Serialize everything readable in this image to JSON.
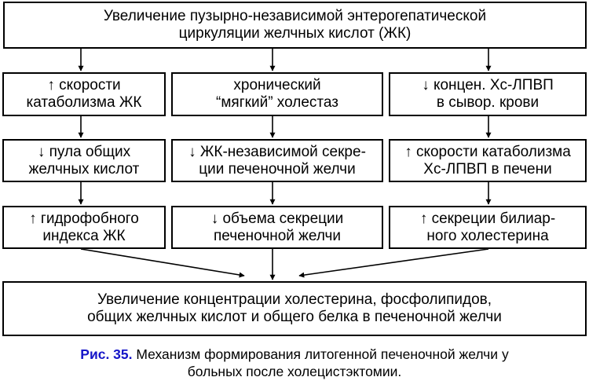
{
  "diagram": {
    "top_box": [
      "Увеличение пузырно-независимой энтерогепатической",
      "циркуляции желчных кислот (ЖК)"
    ],
    "columns": [
      {
        "boxes": [
          [
            "↑ скорости",
            "катаболизма ЖК"
          ],
          [
            "↓ пула общих",
            "желчных кислот"
          ],
          [
            "↑ гидрофобного",
            "индекса ЖК"
          ]
        ]
      },
      {
        "boxes": [
          [
            "хронический",
            "“мягкий” холестаз"
          ],
          [
            "↓ ЖК-независимой секре-",
            "ции печеночной желчи"
          ],
          [
            "↓ объема секреции",
            "печеночной желчи"
          ]
        ]
      },
      {
        "boxes": [
          [
            "↓ концен. Хс-ЛПВП",
            "в сывор. крови"
          ],
          [
            "↑ скорости катаболизма",
            "Хс-ЛПВП в печени"
          ],
          [
            "↑ секреции билиар-",
            "ного холестерина"
          ]
        ]
      }
    ],
    "bottom_box": [
      "Увеличение концентрации холестерина, фосфолипидов,",
      "общих желчных кислот и общего белка в печеночной желчи"
    ]
  },
  "caption": {
    "figure_label": "Рис. 35.",
    "line1_rest": " Механизм формирования литогенной печеночной желчи у",
    "line2": "больных после холецистэктомии."
  },
  "colors": {
    "caption_label": "#1515c8",
    "stroke": "#000000"
  }
}
